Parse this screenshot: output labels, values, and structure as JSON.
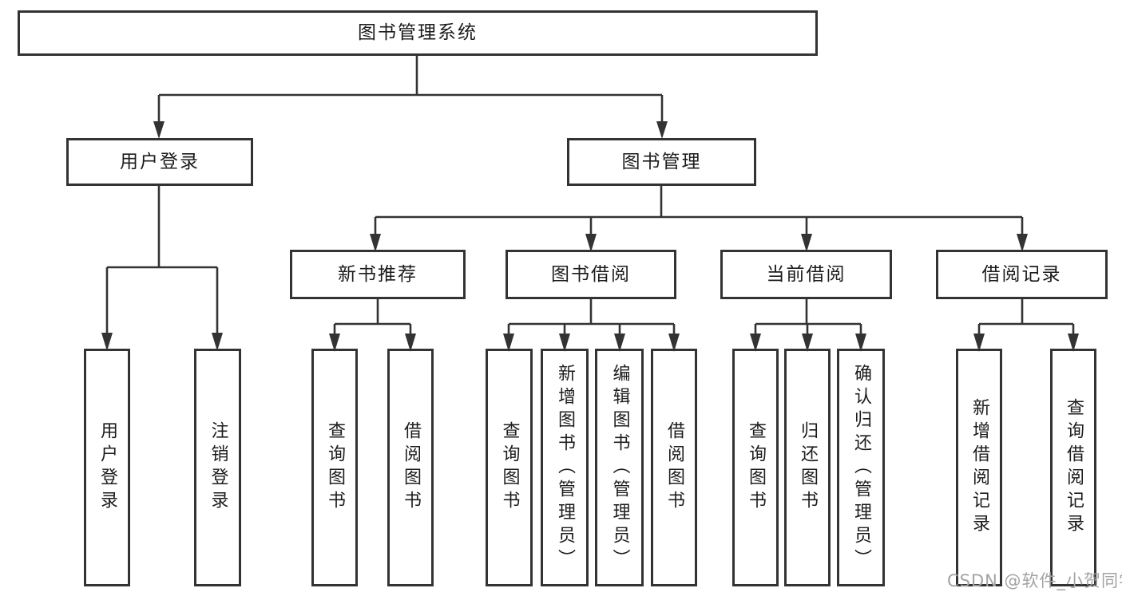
{
  "diagram": {
    "title": "图书管理系统",
    "level2": [
      {
        "label": "用户登录"
      },
      {
        "label": "图书管理"
      }
    ],
    "level3": [
      {
        "label": "新书推荐",
        "parent": "图书管理"
      },
      {
        "label": "图书借阅",
        "parent": "图书管理"
      },
      {
        "label": "当前借阅",
        "parent": "图书管理"
      },
      {
        "label": "借阅记录",
        "parent": "图书管理"
      }
    ],
    "leaves": [
      {
        "label": "用户登录",
        "parent": "用户登录"
      },
      {
        "label": "注销登录",
        "parent": "用户登录"
      },
      {
        "label": "查询图书",
        "parent": "新书推荐"
      },
      {
        "label": "借阅图书",
        "parent": "新书推荐"
      },
      {
        "label": "查询图书",
        "parent": "图书借阅"
      },
      {
        "label": "新增图书（管理员）",
        "parent": "图书借阅"
      },
      {
        "label": "编辑图书（管理员）",
        "parent": "图书借阅"
      },
      {
        "label": "借阅图书",
        "parent": "图书借阅"
      },
      {
        "label": "查询图书",
        "parent": "当前借阅"
      },
      {
        "label": "归还图书",
        "parent": "当前借阅"
      },
      {
        "label": "确认归还（管理员）",
        "parent": "当前借阅"
      },
      {
        "label": "新增借阅记录",
        "parent": "借阅记录"
      },
      {
        "label": "查询借阅记录",
        "parent": "借阅记录"
      }
    ]
  },
  "watermark": "CSDN @软件_小贺同学",
  "colors": {
    "line": "#333333",
    "box_border": "#333333",
    "box_fill": "#ffffff",
    "text": "#1c1c1c",
    "watermark": "#a3a3a3",
    "background": "#ffffff"
  }
}
